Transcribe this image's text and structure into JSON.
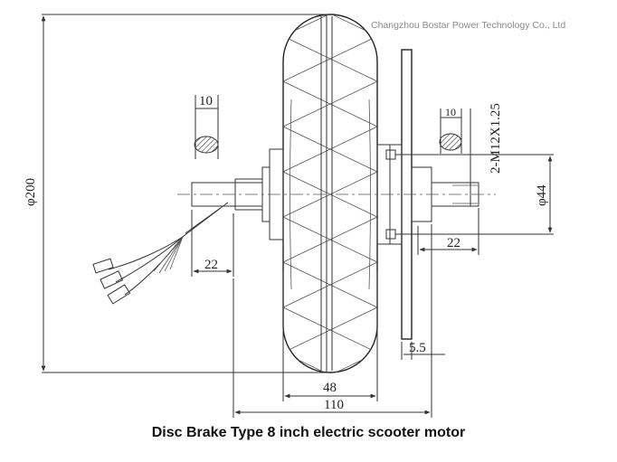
{
  "company": "Changzhou Bostar Power Technology Co., Ltd",
  "caption": "Disc Brake Type 8 inch electric scooter motor",
  "dimensions": {
    "overall_diameter": "φ200",
    "cable_dia_left": "10",
    "cable_dia_right": "10",
    "thread": "2-M12X1.25",
    "flange_diameter": "φ44",
    "shaft_right": "22",
    "shaft_left": "22",
    "disc_offset": "5.5",
    "tire_width": "48",
    "total_width": "110"
  }
}
